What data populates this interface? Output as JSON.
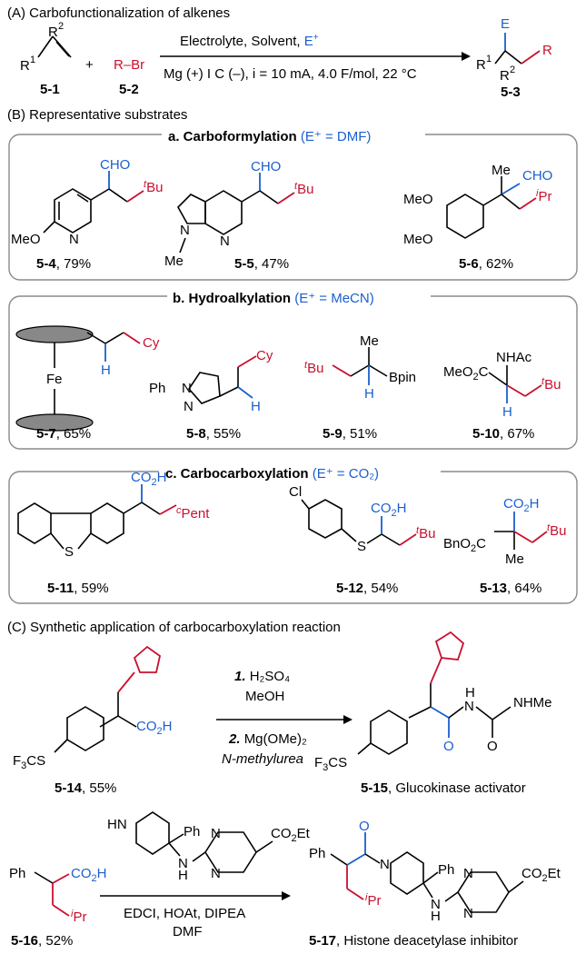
{
  "section_a": {
    "title": "(A) Carbofunctionalization of alkenes",
    "cond_top_1": "Electrolyte, Solvent, ",
    "cond_top_2": "E",
    "cond_bottom": "Mg (+) I C (–), i = 10 mA, 4.0 F/mol, 22 °C",
    "plus": "+",
    "reagent_1": "5-1",
    "reagent_2": "5-2",
    "reagent_2_formula": "R–Br",
    "product": "5-3",
    "atom_R1": "R¹",
    "atom_R2": "R²",
    "atom_E": "E",
    "atom_R": "R"
  },
  "section_b": {
    "title": "(B) Representative substrates",
    "box_a": {
      "label_bold": "a. Carboformylation",
      "label_reagent": "(E⁺ = DMF)",
      "items": [
        {
          "id": "5-4",
          "yield": ", 79%"
        },
        {
          "id": "5-5",
          "yield": ", 47%"
        },
        {
          "id": "5-6",
          "yield": ", 62%"
        }
      ]
    },
    "box_b": {
      "label_bold": "b. Hydroalkylation",
      "label_reagent": "(E⁺ = MeCN)",
      "items": [
        {
          "id": "5-7",
          "yield": ", 65%"
        },
        {
          "id": "5-8",
          "yield": ", 55%"
        },
        {
          "id": "5-9",
          "yield": ", 51%"
        },
        {
          "id": "5-10",
          "yield": ", 67%"
        }
      ]
    },
    "box_c": {
      "label_bold": "c. Carbocarboxylation",
      "label_reagent": "(E⁺ = CO₂)",
      "items": [
        {
          "id": "5-11",
          "yield": ", 59%"
        },
        {
          "id": "5-12",
          "yield": ", 54%"
        },
        {
          "id": "5-13",
          "yield": ", 64%"
        }
      ]
    }
  },
  "section_c": {
    "title": "(C) Synthetic application of carbocarboxylation reaction",
    "step1_num": "1.",
    "step1_reagent": "H₂SO₄",
    "step1_solvent": "MeOH",
    "step2_num": "2.",
    "step2_reagent": "Mg(OMe)₂",
    "step2_reagent2": "N-methylurea",
    "sm1_id": "5-14",
    "sm1_yield": ", 55%",
    "prod1_id": "5-15",
    "prod1_desc": ", Glucokinase activator",
    "sm2_id": "5-16",
    "sm2_yield": ", 52%",
    "coupling_line1": "EDCI, HOAt, DIPEA",
    "coupling_line2": "DMF",
    "prod2_id": "5-17",
    "prod2_desc": ", Histone deacetylase inhibitor"
  },
  "colors": {
    "red": "#c8102e",
    "blue": "#1a5fd0",
    "box": "#8a8a8a"
  }
}
